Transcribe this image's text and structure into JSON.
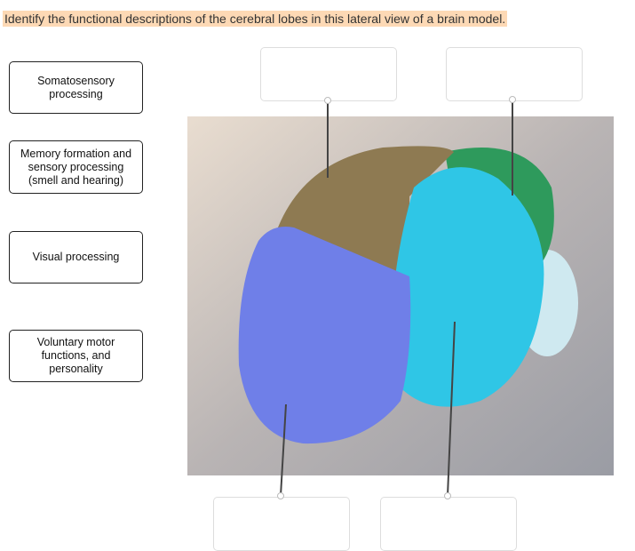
{
  "question": "Identify the functional descriptions of the cerebral lobes in this lateral view of a brain model.",
  "cards": [
    {
      "label": "Somatosensory processing"
    },
    {
      "label": "Memory formation and sensory processing (smell and hearing)"
    },
    {
      "label": "Visual processing"
    },
    {
      "label": "Voluntary motor functions, and personality"
    }
  ],
  "colors": {
    "frontal": "#6f7fe8",
    "parietal": "#8e7a52",
    "temporal": "#2fc6e6",
    "occipital": "#2e9a5c",
    "highlight": "#fdd9b5"
  }
}
